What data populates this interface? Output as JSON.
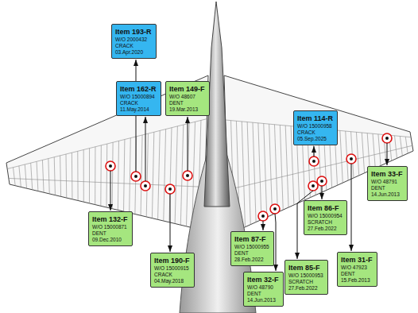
{
  "diagram": {
    "nodes": [
      {
        "text": [
          "Item 193-R",
          "W/O 2000432",
          "CRACK",
          "03.Apr.2020"
        ]
      },
      {
        "text": [
          "Item 162-R",
          "W/O 15000894",
          "CRACK",
          "11.May.2014"
        ]
      },
      {
        "text": [
          "Item 149-F",
          "W/O 48607",
          "DENT",
          "19.Mar.2013"
        ]
      },
      {
        "text": [
          "Item 114-R",
          "W/O 15000958",
          "CRACK",
          "05.Sep.2025"
        ]
      },
      {
        "text": [
          "Item 33-F",
          "W/O 48791",
          "DENT",
          "14.Jun.2013"
        ]
      },
      {
        "text": [
          "Item 86-F",
          "W/O 15000954",
          "SCRATCH",
          "27.Feb.2022"
        ]
      },
      {
        "text": [
          "Item 132-F",
          "W/O 15000871",
          "DENT",
          "09.Dec.2010"
        ]
      },
      {
        "text": [
          "Item 87-F",
          "W/O 15000955",
          "DENT",
          "28.Feb.2022"
        ]
      },
      {
        "text": [
          "Item 31-F",
          "W/O 47923",
          "DENT",
          "15.Feb.2013"
        ]
      },
      {
        "text": [
          "Item 85-F",
          "W/O 15000953",
          "SCRATCH",
          "27.Feb.2022"
        ]
      },
      {
        "text": [
          "Item 190-F",
          "W/O 15000915",
          "CRACK",
          "04.May.2018"
        ]
      },
      {
        "text": [
          "Item 32-F",
          "W/O 48790",
          "DENT",
          "14.Jun.2013"
        ]
      }
    ]
  }
}
